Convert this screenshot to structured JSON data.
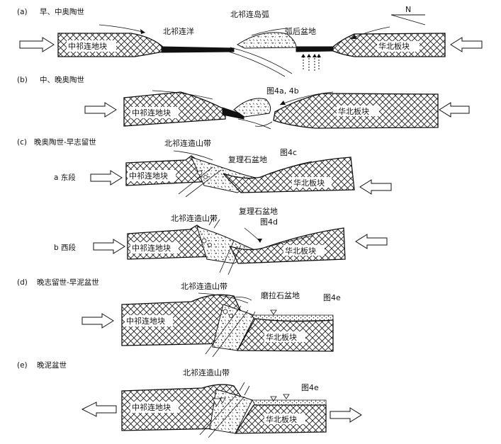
{
  "north": "N",
  "panels": {
    "a": {
      "tag": "(a)",
      "era": "早、中奥陶世",
      "arc": "北祁连岛弧",
      "ocean": "北祁连洋",
      "basin": "弧后盆地",
      "left_block": "中祁连地块",
      "right_block": "华北板块"
    },
    "b": {
      "tag": "(b)",
      "era": "中、晚奥陶世",
      "fig_ref": "图4a, 4b",
      "left_block": "中祁连地块",
      "right_block": "华北板块"
    },
    "c": {
      "tag": "(c)",
      "era": "晚奥陶世-早志留世",
      "east": "a 东段",
      "west": "b 西段",
      "east_orogen": "北祁连造山带",
      "east_basin": "复理石盆地",
      "east_ref": "图4c",
      "west_orogen": "北祁连造山带",
      "west_basin": "复理石盆地",
      "west_ref": "图4d",
      "left_block": "中祁连地块",
      "right_block": "华北板块"
    },
    "d": {
      "tag": "(d)",
      "era": "晚志留世-早泥盆世",
      "orogen": "北祁连造山带",
      "basin": "磨拉石盆地",
      "fig_ref": "图4e",
      "left_block": "中祁连地块",
      "right_block": "华北板块"
    },
    "e": {
      "tag": "(e)",
      "era": "晚泥盆世",
      "orogen": "北祁连造山带",
      "fig_ref": "图4e",
      "left_block": "中祁连地块",
      "right_block": "华北板块"
    }
  }
}
